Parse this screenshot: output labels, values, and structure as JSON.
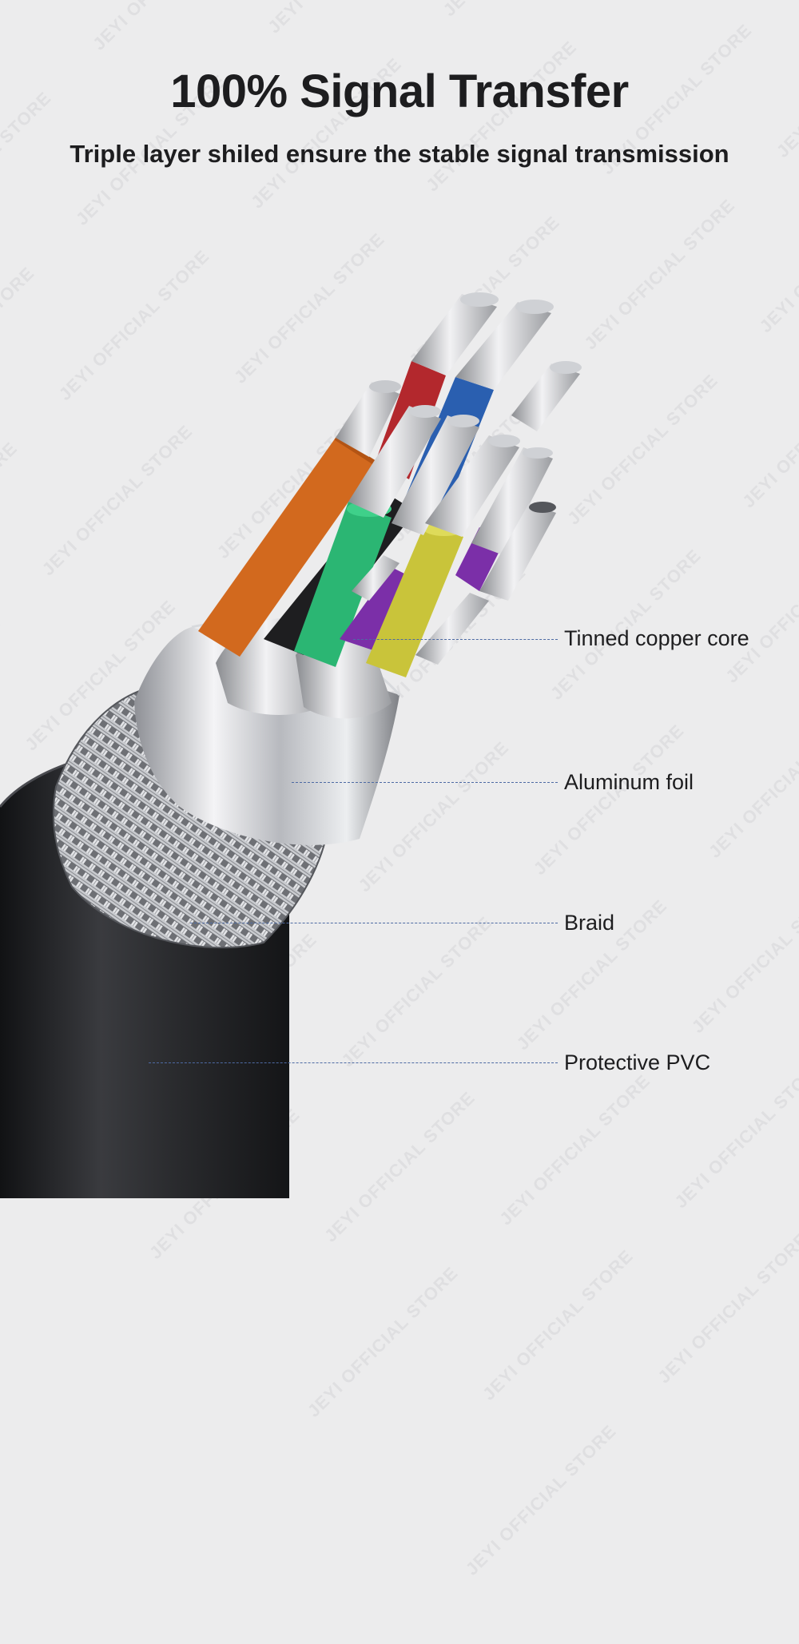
{
  "header": {
    "title": "100% Signal Transfer",
    "subtitle": "Triple layer shiled ensure the stable signal transmission"
  },
  "watermark": {
    "text": "JEYI OFFICIAL STORE"
  },
  "callouts": [
    {
      "label": "Tinned copper core"
    },
    {
      "label": "Aluminum foil"
    },
    {
      "label": "Braid"
    },
    {
      "label": "Protective PVC"
    }
  ],
  "colors": {
    "background": "#ececed",
    "leader_line": "#4d6aa3",
    "jacket": "#2a2b2e",
    "wire_orange": "#d2691e",
    "wire_red": "#b3282d",
    "wire_blue": "#2a5fb0",
    "wire_green": "#2bb673",
    "wire_yellow": "#c9c43a",
    "wire_purple": "#7b2fa8",
    "wire_black": "#1e1e20"
  }
}
